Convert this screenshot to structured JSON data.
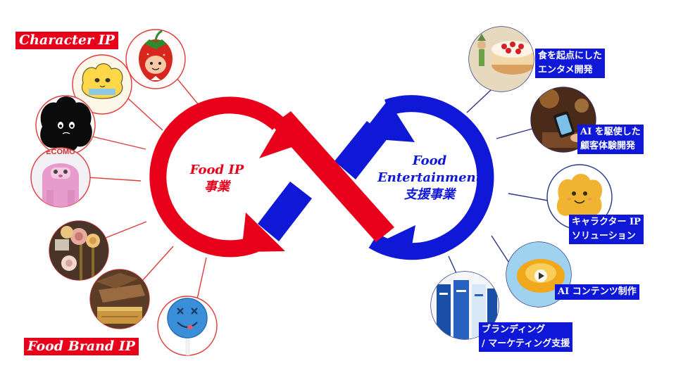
{
  "left": {
    "category_top": "Character IP",
    "category_bottom": "Food Brand IP",
    "center_title": "Food IP",
    "center_subtitle": "事業",
    "items": [
      {
        "icon": "strawberry-character-icon"
      },
      {
        "icon": "yellow-chick-character-icon"
      },
      {
        "icon": "black-fluffy-character-icon"
      },
      {
        "icon": "pink-character-icon",
        "caption": "ECOMO"
      },
      {
        "icon": "rose-sweets-icon"
      },
      {
        "icon": "brown-pastry-icon"
      },
      {
        "icon": "blue-lollipop-icon"
      }
    ]
  },
  "right": {
    "center_title_1": "Food",
    "center_title_2": "Entertainment",
    "center_subtitle": "支援事業",
    "items": [
      {
        "icon": "strawberry-cake-icon",
        "lines": [
          "食を起点にした",
          "エンタメ開発"
        ]
      },
      {
        "icon": "smartphone-cafe-icon",
        "lines": [
          "AI を駆使した",
          "顧客体験開発"
        ]
      },
      {
        "icon": "yellow-sponge-character-icon",
        "lines": [
          "キャラクター IP",
          "ソリューション"
        ]
      },
      {
        "icon": "ai-video-play-icon",
        "lines": [
          "AI コンテンツ制作"
        ]
      },
      {
        "icon": "blue-packaging-icon",
        "lines": [
          "ブランディング",
          "/ マーケティング支援"
        ]
      }
    ]
  },
  "colors": {
    "red": "#e8001a",
    "blue": "#1018d8",
    "line_red": "#e03a3a",
    "line_blue": "#2a3585"
  }
}
